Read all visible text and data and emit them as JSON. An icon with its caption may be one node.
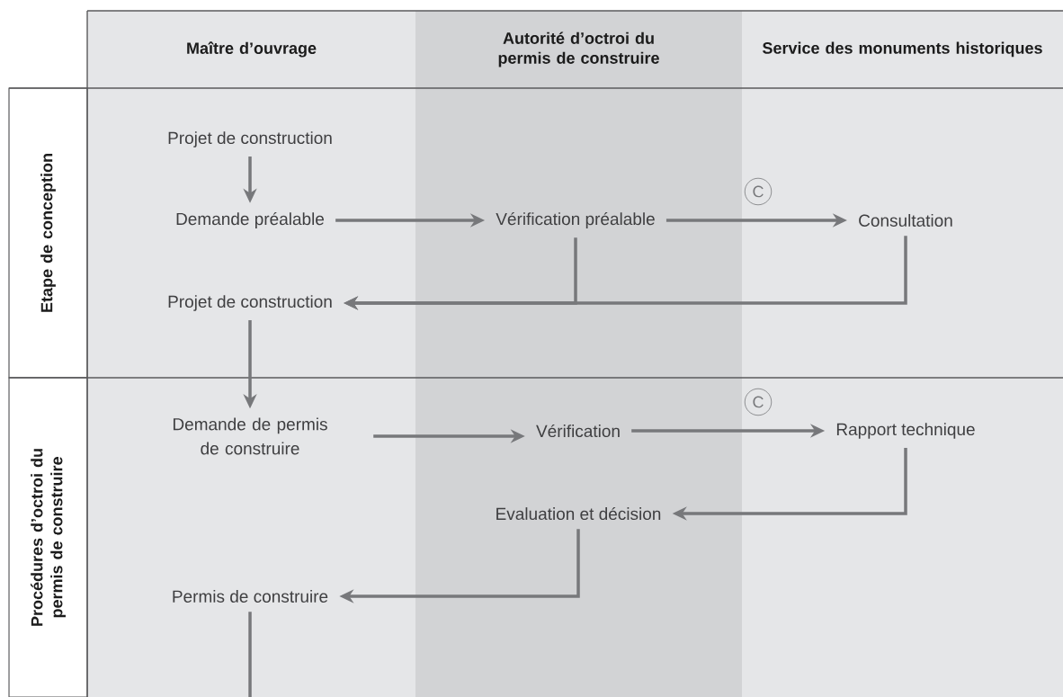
{
  "diagram": {
    "nodes": [
      {
        "text": [
          "Maître d’ouvrage"
        ]
      },
      {
        "text": [
          "Autorité d’octroi du permis de construire"
        ]
      },
      {
        "text": [
          "Service des monuments historiques"
        ]
      },
      {
        "text": [
          "Etape de conception"
        ]
      },
      {
        "text": [
          "Procédures d’octroi du permis de construire"
        ]
      },
      {
        "text": [
          "Projet de construction"
        ]
      },
      {
        "text": [
          "Demande préalable"
        ]
      },
      {
        "text": [
          "Vérification préalable"
        ]
      },
      {
        "text": [
          "Consultation"
        ]
      },
      {
        "text": [
          "Projet de construction"
        ]
      },
      {
        "text": [
          "Demande de permis de construire"
        ]
      },
      {
        "text": [
          "Vérification"
        ]
      },
      {
        "text": [
          "Rapport technique"
        ]
      },
      {
        "text": [
          "Evaluation et décision"
        ]
      },
      {
        "text": [
          "Permis de construire"
        ]
      },
      {
        "text": [
          "C"
        ]
      },
      {
        "text": [
          "C"
        ]
      }
    ],
    "edges": [
      {
        "from": 5,
        "to": 6,
        "arrow": "to"
      },
      {
        "from": 6,
        "to": 7,
        "arrow": "to"
      },
      {
        "from": 7,
        "to": 8,
        "arrow": "to"
      },
      {
        "from": 7,
        "to": 9,
        "arrow": "to"
      },
      {
        "from": 8,
        "to": 9,
        "arrow": "to"
      },
      {
        "from": 9,
        "to": 10,
        "arrow": "to"
      },
      {
        "from": 10,
        "to": 11,
        "arrow": "to"
      },
      {
        "from": 11,
        "to": 12,
        "arrow": "to"
      },
      {
        "from": 12,
        "to": 13,
        "arrow": "to"
      },
      {
        "from": 13,
        "to": 14,
        "arrow": "to"
      },
      {
        "from": 14,
        "to": null,
        "arrow": "none"
      }
    ]
  }
}
